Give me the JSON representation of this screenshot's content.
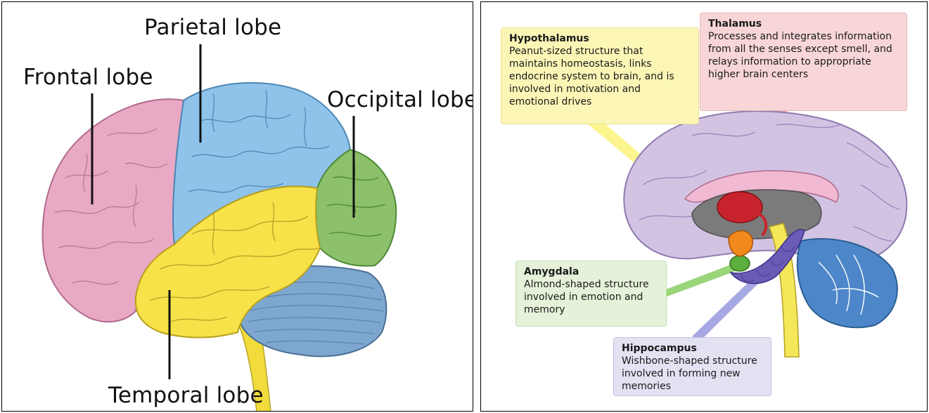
{
  "lobes": {
    "parietal": "Parietal lobe",
    "frontal": "Frontal lobe",
    "occipital": "Occipital lobe",
    "temporal": "Temporal lobe"
  },
  "callouts": {
    "hypothalamus": {
      "title": "Hypothalamus",
      "body": "Peanut-sized structure that maintains homeostasis, links endocrine system to brain, and is involved in motivation and emotional drives"
    },
    "thalamus": {
      "title": "Thalamus",
      "body": "Processes and integrates information from all the senses except smell, and relays information to appropriate higher brain centers"
    },
    "amygdala": {
      "title": "Amygdala",
      "body": "Almond-shaped structure involved in emotion and memory"
    },
    "hippocampus": {
      "title": "Hippocampus",
      "body": "Wishbone-shaped structure involved in forming new memories"
    }
  },
  "colors": {
    "frontal": "#e9a8c4",
    "parietal": "#8fc3ea",
    "occipital": "#8dc06a",
    "temporal": "#f7e24a",
    "cerebellum": "#7ea7cf",
    "hypothalamus_box": "#fbf6b6",
    "thalamus_box": "#f8d6d8",
    "amygdala_box": "#e5f2d9",
    "hippocampus_box": "#e2e2f3",
    "thalamus": "#c8232c",
    "hypothalamus": "#f08a1c",
    "amygdala": "#5cae3e",
    "hippocampus": "#6a5cb5"
  }
}
